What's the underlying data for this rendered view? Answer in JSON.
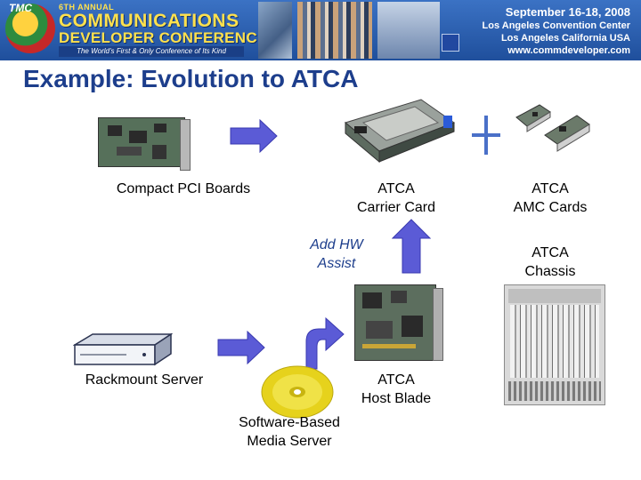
{
  "banner": {
    "logo_text": "TMC",
    "annual": "6TH ANNUAL",
    "name_line1": "COMMUNICATIONS",
    "name_line2": "DEVELOPER CONFERENCE",
    "tagline": "The World's First & Only Conference of Its Kind",
    "date": "September 16-18, 2008",
    "venue": "Los Angeles Convention Center",
    "city": "Los Angeles California USA",
    "website": "www.commdeveloper.com"
  },
  "slide": {
    "title": "Example: Evolution to ATCA"
  },
  "labels": {
    "compact_pci": "Compact PCI Boards",
    "carrier_line1": "ATCA",
    "carrier_line2": "Carrier Card",
    "amc_line1": "ATCA",
    "amc_line2": "AMC Cards",
    "chassis_line1": "ATCA",
    "chassis_line2": "Chassis",
    "add_hw_line1": "Add HW",
    "add_hw_line2": "Assist",
    "rackmount": "Rackmount Server",
    "host_blade_line1": "ATCA",
    "host_blade_line2": "Host Blade",
    "software_line1": "Software-Based",
    "software_line2": "Media Server"
  },
  "colors": {
    "title": "#1d3e8c",
    "arrow_fill": "#5b5bd6",
    "plus": "#4a70c8",
    "banner": "#2f63b5"
  },
  "icons": [
    "board-icon",
    "right-arrow-icon",
    "up-arrow-icon",
    "curved-arrow-icon",
    "plus-icon",
    "cd-icon",
    "server-icon",
    "chassis-icon"
  ]
}
